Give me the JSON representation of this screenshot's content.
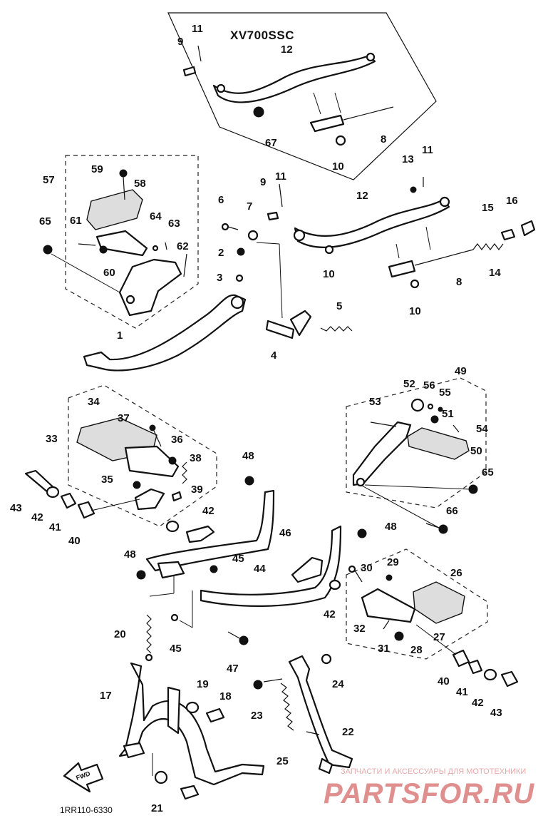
{
  "model_title": "XV700SSC",
  "diagram_code": "1RR110-6330",
  "fwd_arrow_label": "FWD",
  "watermark": {
    "top_text": "ЗАПЧАСТИ И АКСЕССУАРЫ ДЛЯ МОТОТЕХНИКИ",
    "brand_text": "PARTSFOR.RU"
  },
  "callouts": {
    "c1": "1",
    "c2": "2",
    "c3": "3",
    "c4": "4",
    "c5": "5",
    "c6": "6",
    "c7": "7",
    "c8a": "8",
    "c8b": "8",
    "c9a": "9",
    "c9b": "9",
    "c10a": "10",
    "c10b": "10",
    "c10c": "10",
    "c11a": "11",
    "c11b": "11",
    "c11c": "11",
    "c12a": "12",
    "c12b": "12",
    "c13": "13",
    "c14": "14",
    "c15": "15",
    "c16": "16",
    "c17": "17",
    "c18": "18",
    "c19": "19",
    "c20": "20",
    "c21": "21",
    "c22": "22",
    "c23": "23",
    "c24": "24",
    "c25": "25",
    "c26": "26",
    "c27": "27",
    "c28": "28",
    "c29": "29",
    "c30": "30",
    "c31": "31",
    "c32": "32",
    "c33": "33",
    "c34": "34",
    "c35": "35",
    "c36": "36",
    "c37": "37",
    "c38": "38",
    "c39": "39",
    "c40a": "40",
    "c40b": "40",
    "c41a": "41",
    "c41b": "41",
    "c42a": "42",
    "c42b": "42",
    "c42c": "42",
    "c42d": "42",
    "c43a": "43",
    "c43b": "43",
    "c44": "44",
    "c45a": "45",
    "c45b": "45",
    "c46": "46",
    "c47": "47",
    "c48a": "48",
    "c48b": "48",
    "c48c": "48",
    "c49": "49",
    "c50": "50",
    "c51": "51",
    "c52": "52",
    "c53": "53",
    "c54": "54",
    "c55": "55",
    "c56": "56",
    "c57": "57",
    "c58": "58",
    "c59": "59",
    "c60": "60",
    "c61": "61",
    "c62": "62",
    "c63": "63",
    "c64": "64",
    "c65a": "65",
    "c65b": "65",
    "c66": "66",
    "c67": "67"
  }
}
